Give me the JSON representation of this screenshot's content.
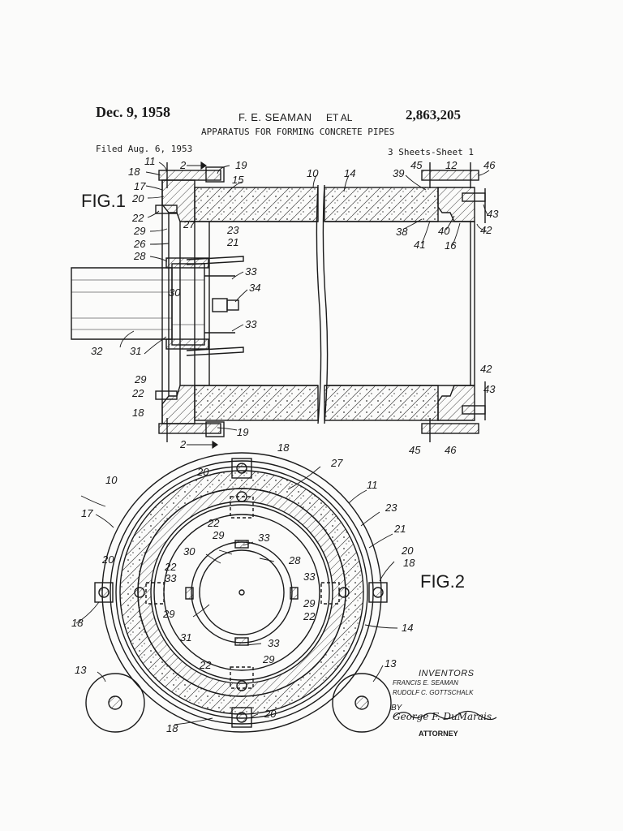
{
  "header": {
    "date": "Dec. 9, 1958",
    "inventor": "F. E. SEAMAN",
    "et_al": "ET AL",
    "patent_number": "2,863,205",
    "title": "APPARATUS FOR FORMING CONCRETE PIPES",
    "filed": "Filed Aug. 6, 1953",
    "sheets": "3 Sheets-Sheet 1"
  },
  "figures": {
    "fig1_label": "FIG.1",
    "fig2_label": "FIG.2",
    "section_mark": "2"
  },
  "reference_numerals": {
    "n10": "10",
    "n11": "11",
    "n12": "12",
    "n13": "13",
    "n14": "14",
    "n15": "15",
    "n16": "16",
    "n17": "17",
    "n18": "18",
    "n19": "19",
    "n20": "20",
    "n21": "21",
    "n22": "22",
    "n23": "23",
    "n26": "26",
    "n27": "27",
    "n28": "28",
    "n29": "29",
    "n30": "30",
    "n31": "31",
    "n32": "32",
    "n33": "33",
    "n34": "34",
    "n38": "38",
    "n39": "39",
    "n40": "40",
    "n41": "41",
    "n42": "42",
    "n43": "43",
    "n45": "45",
    "n46": "46"
  },
  "inventors_block": {
    "heading": "INVENTORS",
    "name1": "FRANCIS E. SEAMAN",
    "name2": "RUDOLF C. GOTTSCHALK",
    "by": "BY",
    "signature": "George F. DuMarais",
    "role": "ATTORNEY"
  }
}
